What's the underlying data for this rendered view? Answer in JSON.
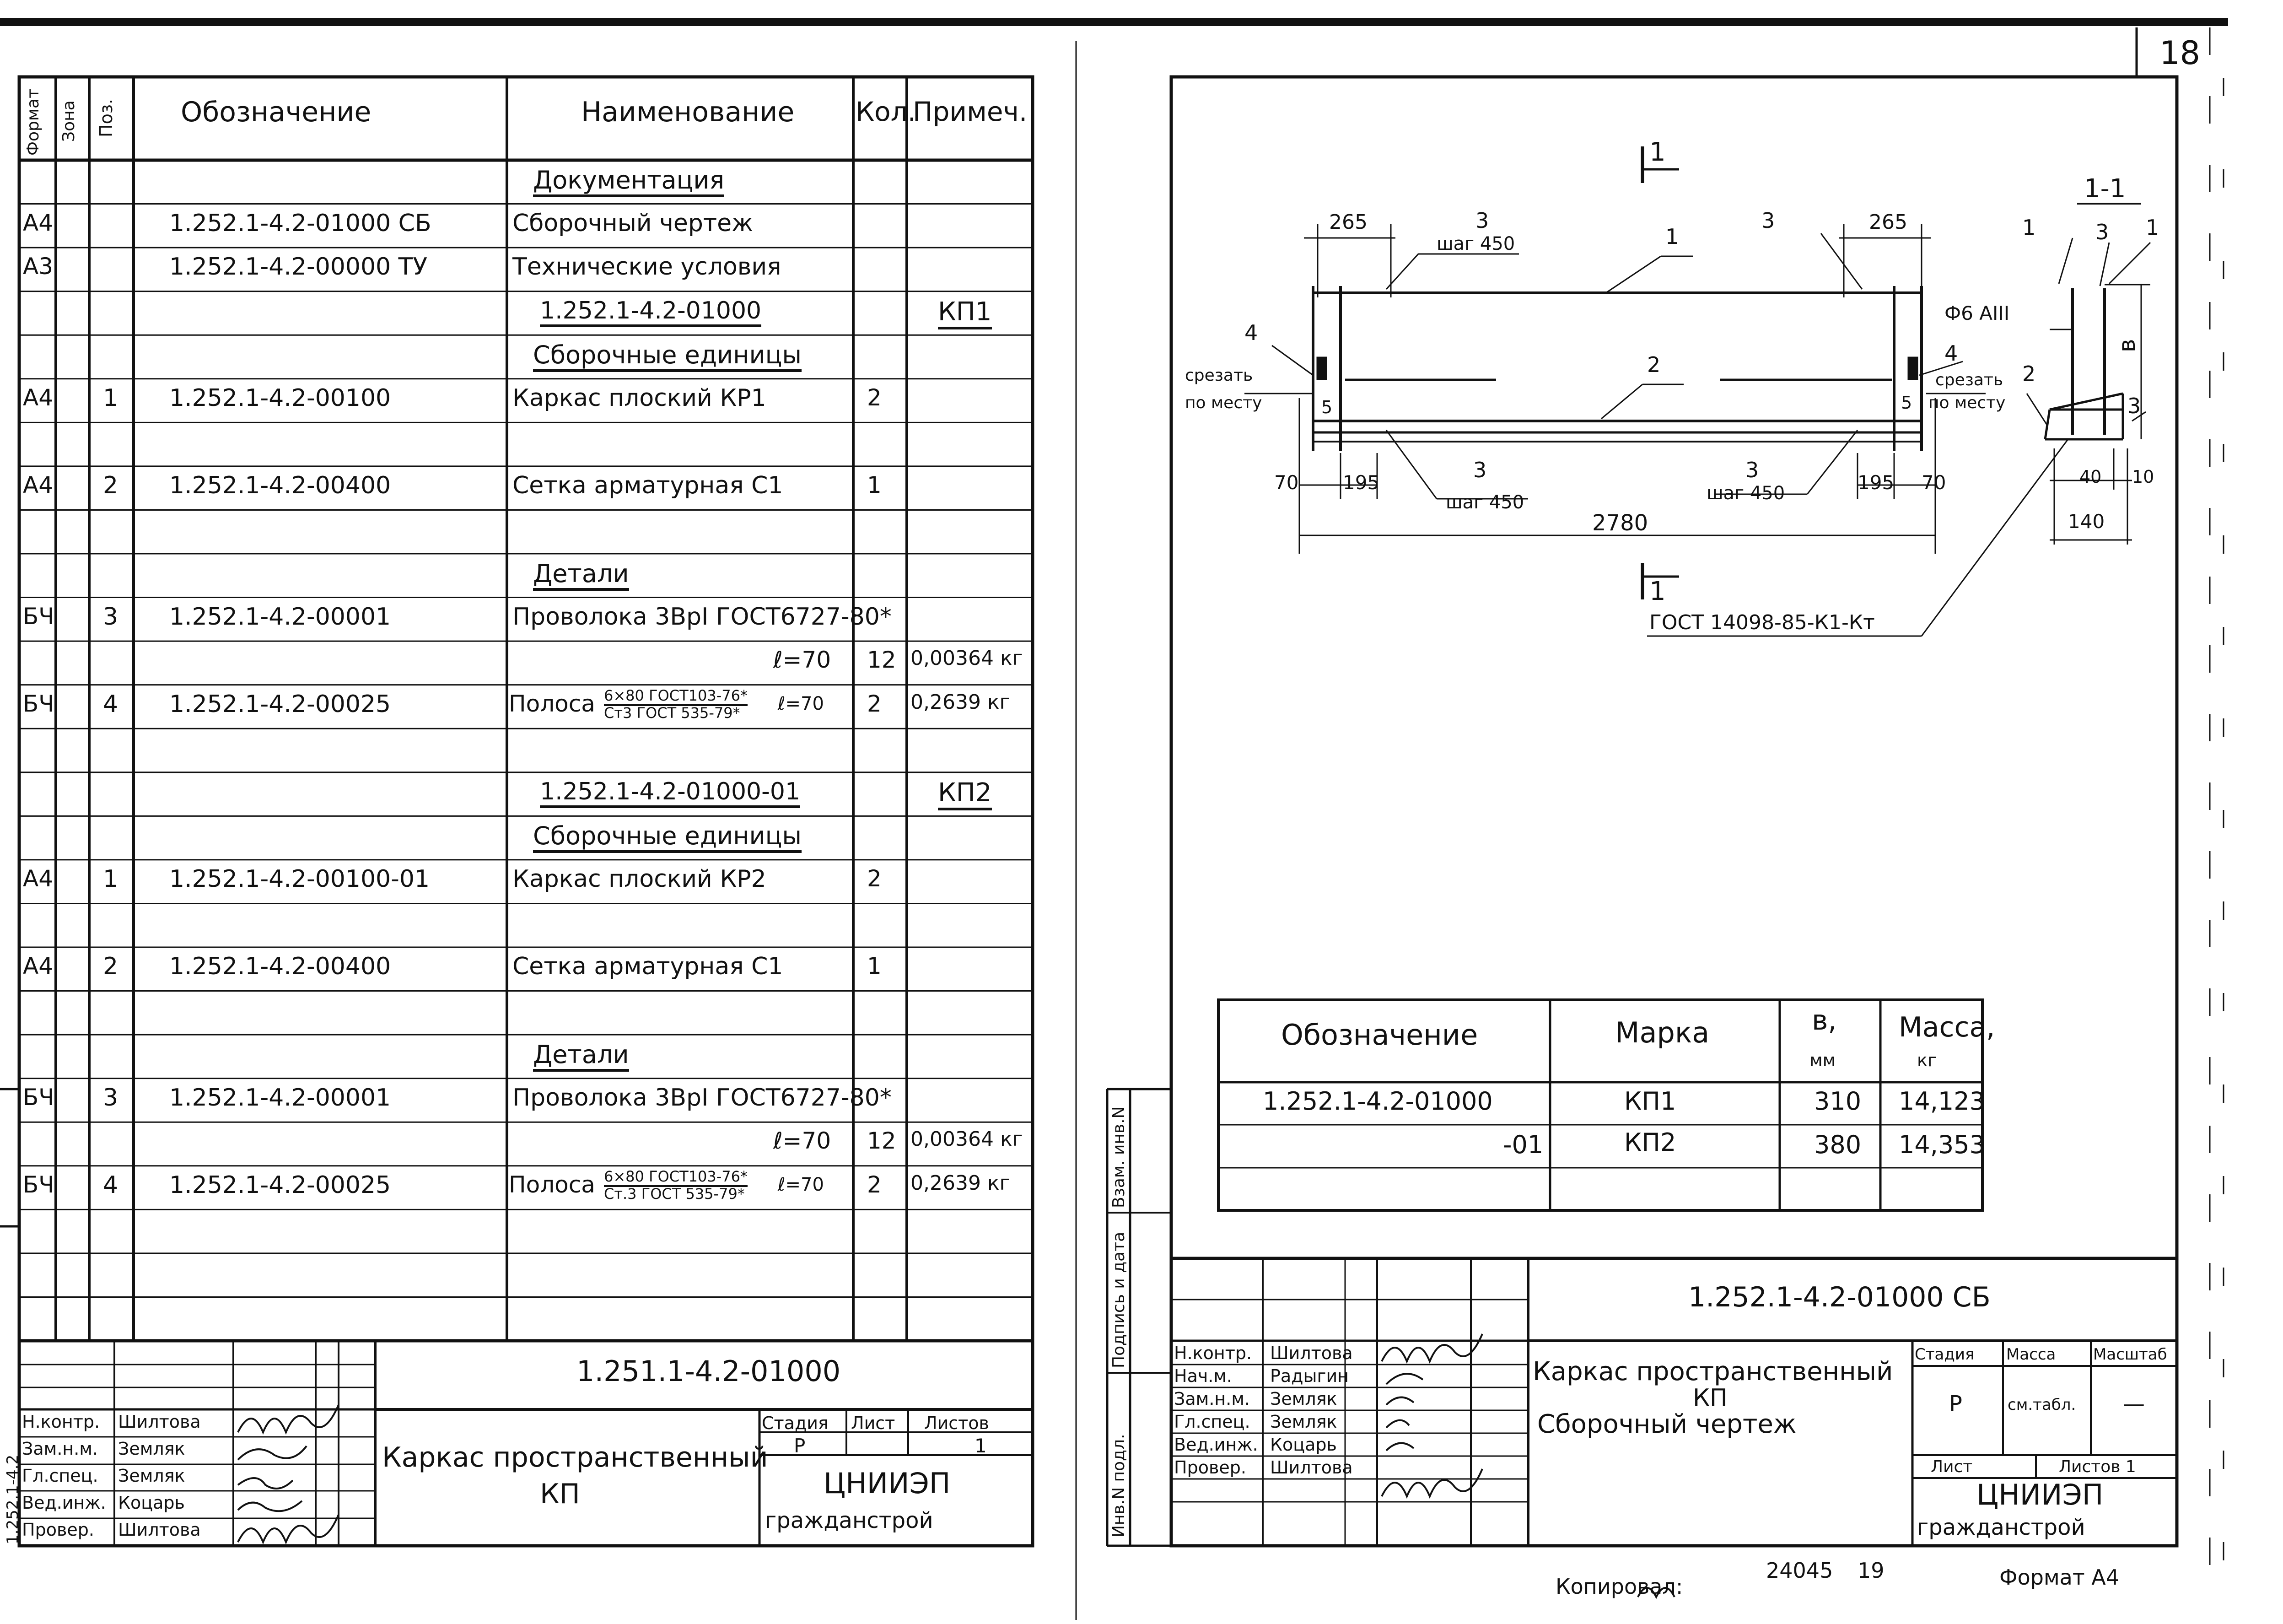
{
  "sheet_number": "18",
  "left_sheet": {
    "header": {
      "format": "Формат",
      "zone": "Зона",
      "pos": "Поз.",
      "designation": "Обозначение",
      "name": "Наименование",
      "qty": "Кол.",
      "note": "Примеч."
    },
    "rows": [
      {
        "format": "",
        "pos": "",
        "designation": "",
        "name": "Документация",
        "qty": "",
        "note": "",
        "kind": "section"
      },
      {
        "format": "А4",
        "pos": "",
        "designation": "1.252.1-4.2-01000 СБ",
        "name": "Сборочный чертеж",
        "qty": "",
        "note": ""
      },
      {
        "format": "А3",
        "pos": "",
        "designation": "1.252.1-4.2-00000 ТУ",
        "name": "Технические условия",
        "qty": "",
        "note": ""
      },
      {
        "format": "",
        "pos": "",
        "designation": "",
        "name": "1.252.1-4.2-01000",
        "qty": "",
        "note": "КП1",
        "kind": "assembly"
      },
      {
        "format": "",
        "pos": "",
        "designation": "",
        "name": "Сборочные единицы",
        "qty": "",
        "note": "",
        "kind": "section"
      },
      {
        "format": "А4",
        "pos": "1",
        "designation": "1.252.1-4.2-00100",
        "name": "Каркас плоский КР1",
        "qty": "2",
        "note": ""
      },
      {
        "format": "",
        "pos": "",
        "designation": "",
        "name": "",
        "qty": "",
        "note": ""
      },
      {
        "format": "А4",
        "pos": "2",
        "designation": "1.252.1-4.2-00400",
        "name": "Сетка арматурная С1",
        "qty": "1",
        "note": ""
      },
      {
        "format": "",
        "pos": "",
        "designation": "",
        "name": "",
        "qty": "",
        "note": ""
      },
      {
        "format": "",
        "pos": "",
        "designation": "",
        "name": "Детали",
        "qty": "",
        "note": "",
        "kind": "section"
      },
      {
        "format": "БЧ",
        "pos": "3",
        "designation": "1.252.1-4.2-00001",
        "name": "Проволока 3ВрI ГОСТ6727-80*",
        "qty": "",
        "note": ""
      },
      {
        "format": "",
        "pos": "",
        "designation": "",
        "name": "ℓ=70",
        "qty": "12",
        "note": "0,00364 кг",
        "kind": "right"
      },
      {
        "format": "БЧ",
        "pos": "4",
        "designation": "1.252.1-4.2-00025",
        "name": "Полоса",
        "frac_top": "6×80 ГОСТ103-76*",
        "frac_bot": "Ст3 ГОСТ 535-79*",
        "frac_len": "ℓ=70",
        "qty": "2",
        "note": "0,2639 кг",
        "kind": "fraction"
      },
      {
        "format": "",
        "pos": "",
        "designation": "",
        "name": "",
        "qty": "",
        "note": ""
      },
      {
        "format": "",
        "pos": "",
        "designation": "",
        "name": "1.252.1-4.2-01000-01",
        "qty": "",
        "note": "КП2",
        "kind": "assembly"
      },
      {
        "format": "",
        "pos": "",
        "designation": "",
        "name": "Сборочные единицы",
        "qty": "",
        "note": "",
        "kind": "section"
      },
      {
        "format": "А4",
        "pos": "1",
        "designation": "1.252.1-4.2-00100-01",
        "name": "Каркас плоский КР2",
        "qty": "2",
        "note": ""
      },
      {
        "format": "",
        "pos": "",
        "designation": "",
        "name": "",
        "qty": "",
        "note": ""
      },
      {
        "format": "А4",
        "pos": "2",
        "designation": "1.252.1-4.2-00400",
        "name": "Сетка арматурная С1",
        "qty": "1",
        "note": ""
      },
      {
        "format": "",
        "pos": "",
        "designation": "",
        "name": "",
        "qty": "",
        "note": ""
      },
      {
        "format": "",
        "pos": "",
        "designation": "",
        "name": "Детали",
        "qty": "",
        "note": "",
        "kind": "section"
      },
      {
        "format": "БЧ",
        "pos": "3",
        "designation": "1.252.1-4.2-00001",
        "name": "Проволока 3ВрI ГОСТ6727-80*",
        "qty": "",
        "note": ""
      },
      {
        "format": "",
        "pos": "",
        "designation": "",
        "name": "ℓ=70",
        "qty": "12",
        "note": "0,00364 кг",
        "kind": "right"
      },
      {
        "format": "БЧ",
        "pos": "4",
        "designation": "1.252.1-4.2-00025",
        "name": "Полоса",
        "frac_top": "6×80 ГОСТ103-76*",
        "frac_bot": "Ст.3 ГОСТ 535-79*",
        "frac_len": "ℓ=70",
        "qty": "2",
        "note": "0,2639 кг",
        "kind": "fraction"
      },
      {
        "format": "",
        "pos": "",
        "designation": "",
        "name": "",
        "qty": "",
        "note": ""
      },
      {
        "format": "",
        "pos": "",
        "designation": "",
        "name": "",
        "qty": "",
        "note": ""
      },
      {
        "format": "",
        "pos": "",
        "designation": "",
        "name": "",
        "qty": "",
        "note": ""
      }
    ],
    "title_block": {
      "doc_code": "1.251.1-4.2-01000",
      "title": "Каркас пространственный",
      "title2": "КП",
      "stage_label": "Стадия",
      "sheet_label": "Лист",
      "sheets_label": "Листов",
      "stage": "Р",
      "sheets": "1",
      "org": "ЦНИИЭП",
      "org2": "гражданстрой",
      "side_code": "1.252.1-4.2",
      "roles": [
        {
          "role": "Н.контр.",
          "name": "Шилтова"
        },
        {
          "role": "Зам.н.м.",
          "name": "Земляк"
        },
        {
          "role": "Гл.спец.",
          "name": "Земляк"
        },
        {
          "role": "Вед.инж.",
          "name": "Коцарь"
        },
        {
          "role": "Провер.",
          "name": "Шилтова"
        }
      ]
    }
  },
  "right_sheet": {
    "drawing": {
      "section_mark": "1",
      "section_view": "1-1",
      "dim_265": "265",
      "dim_195": "195",
      "dim_70": "70",
      "dim_5": "5",
      "dim_total": "2780",
      "dim_40": "40",
      "dim_10": "10",
      "dim_140": "140",
      "dim_b": "в",
      "pitch": "шаг 450",
      "cut": "срезать",
      "cut2": "по месту",
      "rebar": "Ф6 АIII",
      "gost": "ГОСТ 14098-85-К1-Кт",
      "labels": [
        "1",
        "2",
        "3",
        "4"
      ]
    },
    "table": {
      "headers": [
        "Обозначение",
        "Марка",
        "в,",
        "Масса,"
      ],
      "units": [
        "",
        "",
        "мм",
        "кг"
      ],
      "rows": [
        [
          "1.252.1-4.2-01000",
          "КП1",
          "310",
          "14,123"
        ],
        [
          "-01",
          "КП2",
          "380",
          "14,353"
        ]
      ]
    },
    "side_stamp": [
      "Инв.N подл.",
      "Подпись и дата",
      "Взам. инв.N"
    ],
    "title_block": {
      "doc_code": "1.252.1-4.2-01000 СБ",
      "title": "Каркас пространственный",
      "title2": "КП",
      "title3": "Сборочный чертеж",
      "stage_label": "Стадия",
      "mass_label": "Масса",
      "scale_label": "Масштаб",
      "stage": "Р",
      "mass": "см.табл.",
      "scale": "—",
      "sheet_label": "Лист",
      "sheets_label": "Листов 1",
      "org": "ЦНИИЭП",
      "org2": "гражданстрой",
      "roles": [
        {
          "role": "Н.контр.",
          "name": "Шилтова"
        },
        {
          "role": "Нач.м.",
          "name": "Радыгин"
        },
        {
          "role": "Зам.н.м.",
          "name": "Земляк"
        },
        {
          "role": "Гл.спец.",
          "name": "Земляк"
        },
        {
          "role": "Вед.инж.",
          "name": "Коцарь"
        },
        {
          "role": "Провер.",
          "name": "Шилтова"
        }
      ]
    },
    "footer": {
      "copied": "Копировал:",
      "num": "24045",
      "num2": "19",
      "format": "Формат А4"
    }
  }
}
